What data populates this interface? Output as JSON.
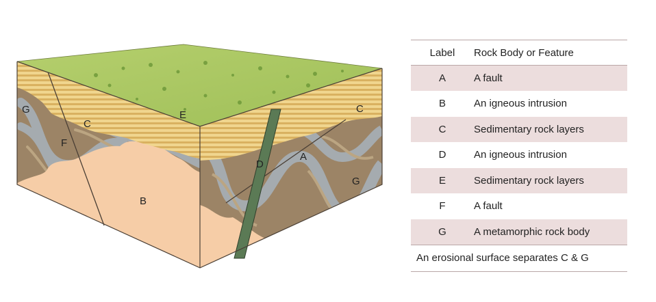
{
  "diagram": {
    "labels": {
      "A": "A",
      "B": "B",
      "C_left": "C",
      "C_right": "C",
      "D": "D",
      "E": "E",
      "F": "F",
      "G_left": "G",
      "G_right": "G"
    },
    "colors": {
      "grass": "#a9c764",
      "sediment_light": "#efd38a",
      "sediment_dark": "#d6ae5c",
      "metamorphic_tan": "#9c8466",
      "metamorphic_gray": "#9aa2a6",
      "intrusion": "#f6cda7",
      "dike": "#5b7a55"
    }
  },
  "table": {
    "header": {
      "label": "Label",
      "feature": "Rock Body or Feature"
    },
    "rows": [
      {
        "label": "A",
        "feature": "A fault"
      },
      {
        "label": "B",
        "feature": "An igneous intrusion"
      },
      {
        "label": "C",
        "feature": "Sedimentary rock layers"
      },
      {
        "label": "D",
        "feature": "An igneous intrusion"
      },
      {
        "label": "E",
        "feature": "Sedimentary rock layers"
      },
      {
        "label": "F",
        "feature": "A fault"
      },
      {
        "label": "G",
        "feature": "A metamorphic rock body"
      }
    ],
    "footer": "An erosional surface separates C & G"
  }
}
